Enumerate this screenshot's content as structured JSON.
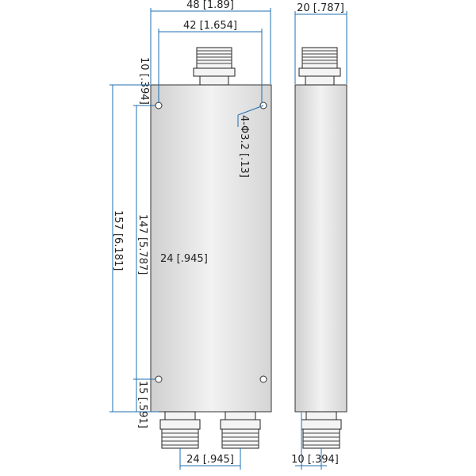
{
  "dimensions": {
    "overall_width": "48 [1.89]",
    "hole_spacing_width": "42 [1.654]",
    "side_width": "20 [.787]",
    "top_offset": "10 [.394]",
    "overall_height": "157 [6.181]",
    "hole_spacing_height": "147 [5.787]",
    "output_spacing": "24 [.945]",
    "bottom_offset": "15 [.591]",
    "side_bottom_offset": "10 [.394]",
    "mount_holes": "4-Φ3.2 [.13]",
    "center_label": "24 [.945]"
  },
  "colors": {
    "dimension_line": "#1f6fb0",
    "body_fill": "#e4e4e4",
    "outline": "#333333"
  }
}
